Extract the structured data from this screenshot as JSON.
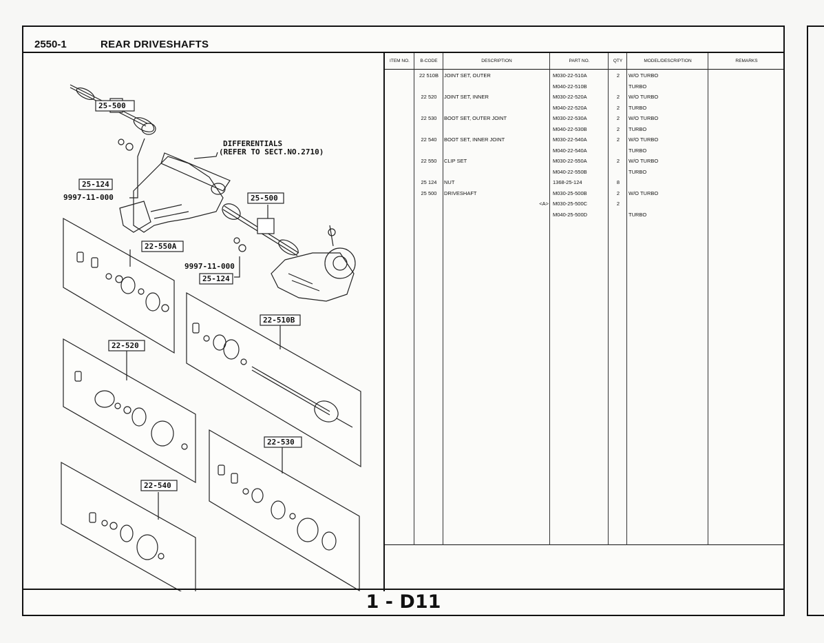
{
  "header": {
    "section_number": "2550-1",
    "section_title": "REAR DRIVESHAFTS"
  },
  "footer": {
    "page_number": "1 - D11"
  },
  "table": {
    "columns": [
      "ITEM NO.",
      "B-CODE",
      "DESCRIPTION",
      "PART NO.",
      "QTY",
      "MODEL/DESCRIPTION",
      "REMARKS"
    ],
    "rows": [
      {
        "code": "22 510B",
        "desc": "JOINT SET, OUTER",
        "ref": "",
        "part": "M030-22-510A",
        "qty": "2",
        "model": "W/O TURBO"
      },
      {
        "code": "",
        "desc": "",
        "ref": "",
        "part": "M040-22-510B",
        "qty": "",
        "model": "TURBO"
      },
      {
        "code": "22 520",
        "desc": "JOINT SET, INNER",
        "ref": "",
        "part": "M030-22-520A",
        "qty": "2",
        "model": "W/O TURBO"
      },
      {
        "code": "",
        "desc": "",
        "ref": "",
        "part": "M040-22-520A",
        "qty": "2",
        "model": "TURBO"
      },
      {
        "code": "22 530",
        "desc": "BOOT SET, OUTER JOINT",
        "ref": "",
        "part": "M030-22-530A",
        "qty": "2",
        "model": "W/O TURBO"
      },
      {
        "code": "",
        "desc": "",
        "ref": "",
        "part": "M040-22-530B",
        "qty": "2",
        "model": "TURBO"
      },
      {
        "code": "22 540",
        "desc": "BOOT SET, INNER JOINT",
        "ref": "",
        "part": "M030-22-540A",
        "qty": "2",
        "model": "W/O TURBO"
      },
      {
        "code": "",
        "desc": "",
        "ref": "",
        "part": "M040-22-540A",
        "qty": "",
        "model": "TURBO"
      },
      {
        "code": "22 550",
        "desc": "CLIP SET",
        "ref": "",
        "part": "M030-22-550A",
        "qty": "2",
        "model": "W/O TURBO"
      },
      {
        "code": "",
        "desc": "",
        "ref": "",
        "part": "M040-22-550B",
        "qty": "",
        "model": "TURBO"
      },
      {
        "code": "25 124",
        "desc": "NUT",
        "ref": "",
        "part": "1368-25-124",
        "qty": "8",
        "model": ""
      },
      {
        "code": "25 500",
        "desc": "DRIVESHAFT",
        "ref": "",
        "part": "M030-25-500B",
        "qty": "2",
        "model": "W/O TURBO"
      },
      {
        "code": "",
        "desc": "",
        "ref": "<A>",
        "part": "M030-25-500C",
        "qty": "2",
        "model": ""
      },
      {
        "code": "",
        "desc": "",
        "ref": "",
        "part": "M040-25-500D",
        "qty": "",
        "model": "TURBO"
      }
    ]
  },
  "diagram": {
    "callouts": {
      "c1": "25-500",
      "c2": "25-124",
      "c3": "9997-11-000",
      "c4": "DIFFERENTIALS",
      "c5": "(REFER TO SECT.NO.2710)",
      "c6": "25-500",
      "c7": "22-550A",
      "c8": "9997-11-000",
      "c9": "25-124",
      "c10": "22-510B",
      "c11": "22-520",
      "c12": "22-530",
      "c13": "22-540"
    }
  }
}
